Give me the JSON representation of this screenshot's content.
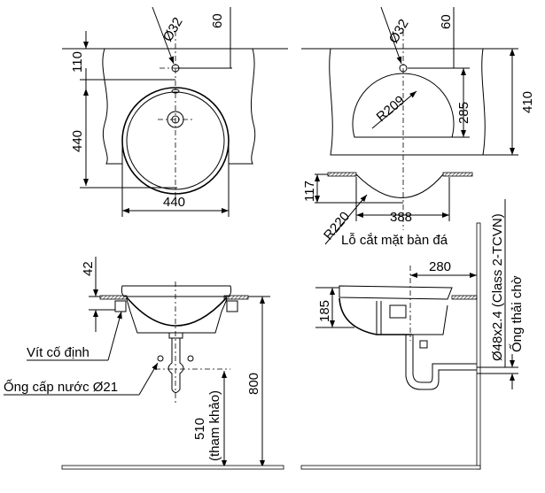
{
  "top_view": {
    "faucet_hole_dia": "Ø32",
    "faucet_offset": "60",
    "hole_to_bowl": "110",
    "bowl_depth": "440",
    "bowl_width": "440"
  },
  "top_view_cutout": {
    "faucet_hole_dia": "Ø32",
    "faucet_offset": "60",
    "overall_depth": "410",
    "center_offset": "285",
    "radius": "R209"
  },
  "cutout_section": {
    "depth": "117",
    "radius": "R220",
    "width": "388",
    "caption": "Lỗ cắt mặt bàn đá"
  },
  "front_view": {
    "rim_height": "42",
    "screw_label": "Vít cố định",
    "supply_label": "Ống cấp nước Ø21",
    "counter_height": "800",
    "supply_height": "510",
    "supply_height_note": "(tham khảo)"
  },
  "side_view": {
    "wall_offset": "280",
    "depth": "185",
    "drain_spec": "Ø48x2.4 (Class 2-TCVN)",
    "drain_label": "Ống thải chờ"
  }
}
